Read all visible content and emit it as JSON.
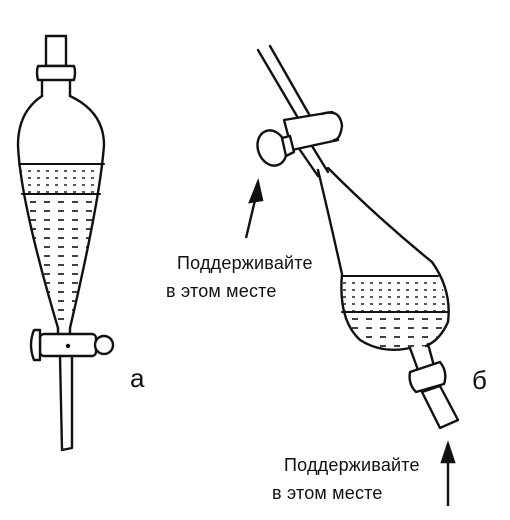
{
  "figure": {
    "label_a": "а",
    "label_b": "б",
    "caption_top": {
      "line1": "Поддерживайте",
      "line2": "в этом месте"
    },
    "caption_bottom": {
      "line1": "Поддерживайте",
      "line2": "в этом месте"
    },
    "colors": {
      "ink": "#111111",
      "background": "#ffffff"
    }
  }
}
